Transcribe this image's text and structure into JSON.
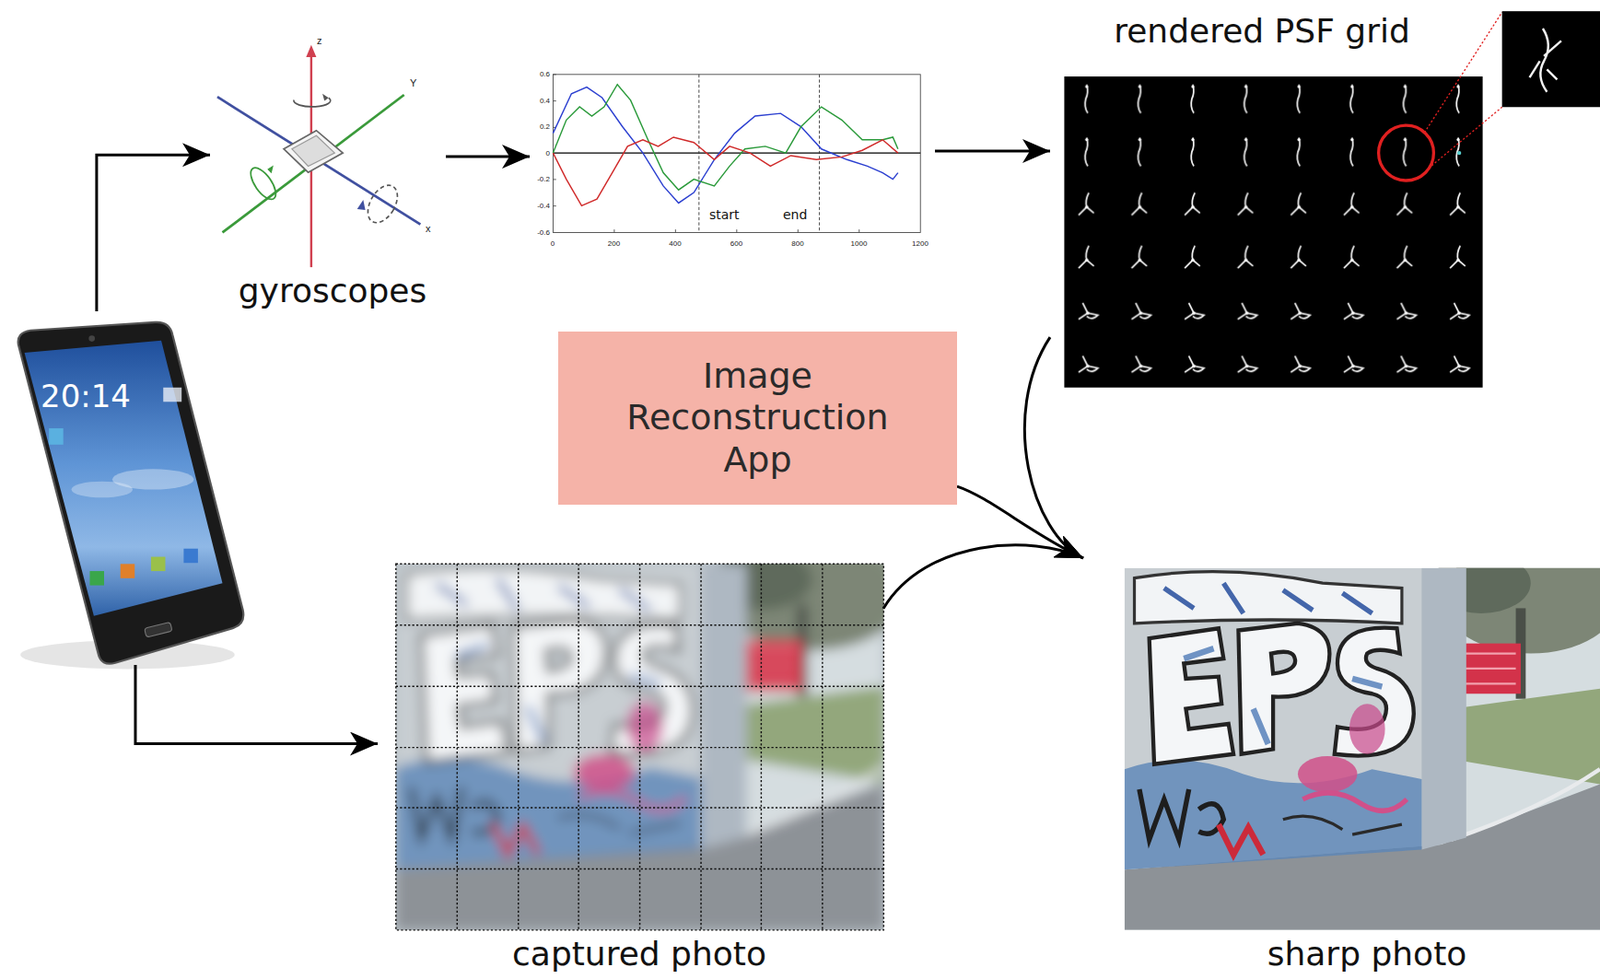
{
  "diagram": {
    "nodes": [
      {
        "text": [
          "20:14"
        ]
      },
      {
        "text": [
          "gyroscopes"
        ]
      },
      {
        "text": [
          "start",
          "end"
        ]
      },
      {
        "text": [
          "rendered PSF grid"
        ]
      },
      {
        "text": [
          "Image Reconstruction App"
        ]
      },
      {
        "text": [
          "captured photo"
        ]
      },
      {
        "text": [
          "sharp photo"
        ]
      }
    ],
    "edges": [
      {
        "from": 0,
        "to": 1,
        "arrow": "to"
      },
      {
        "from": 1,
        "to": 2,
        "arrow": "to"
      },
      {
        "from": 2,
        "to": 3,
        "arrow": "to"
      },
      {
        "from": 0,
        "to": 5,
        "arrow": "to"
      },
      {
        "from": 3,
        "to": 6,
        "arrow": "to"
      },
      {
        "from": 5,
        "to": 6,
        "arrow": "to"
      },
      {
        "from": 4,
        "to": 6,
        "arrow": "to"
      }
    ],
    "labels": [
      "z",
      "Y",
      "x",
      "0.6",
      "0.4",
      "0.2",
      "0",
      "-0.2",
      "-0.4",
      "-0.6",
      "0",
      "200",
      "400",
      "600",
      "800",
      "1000",
      "1200"
    ]
  }
}
